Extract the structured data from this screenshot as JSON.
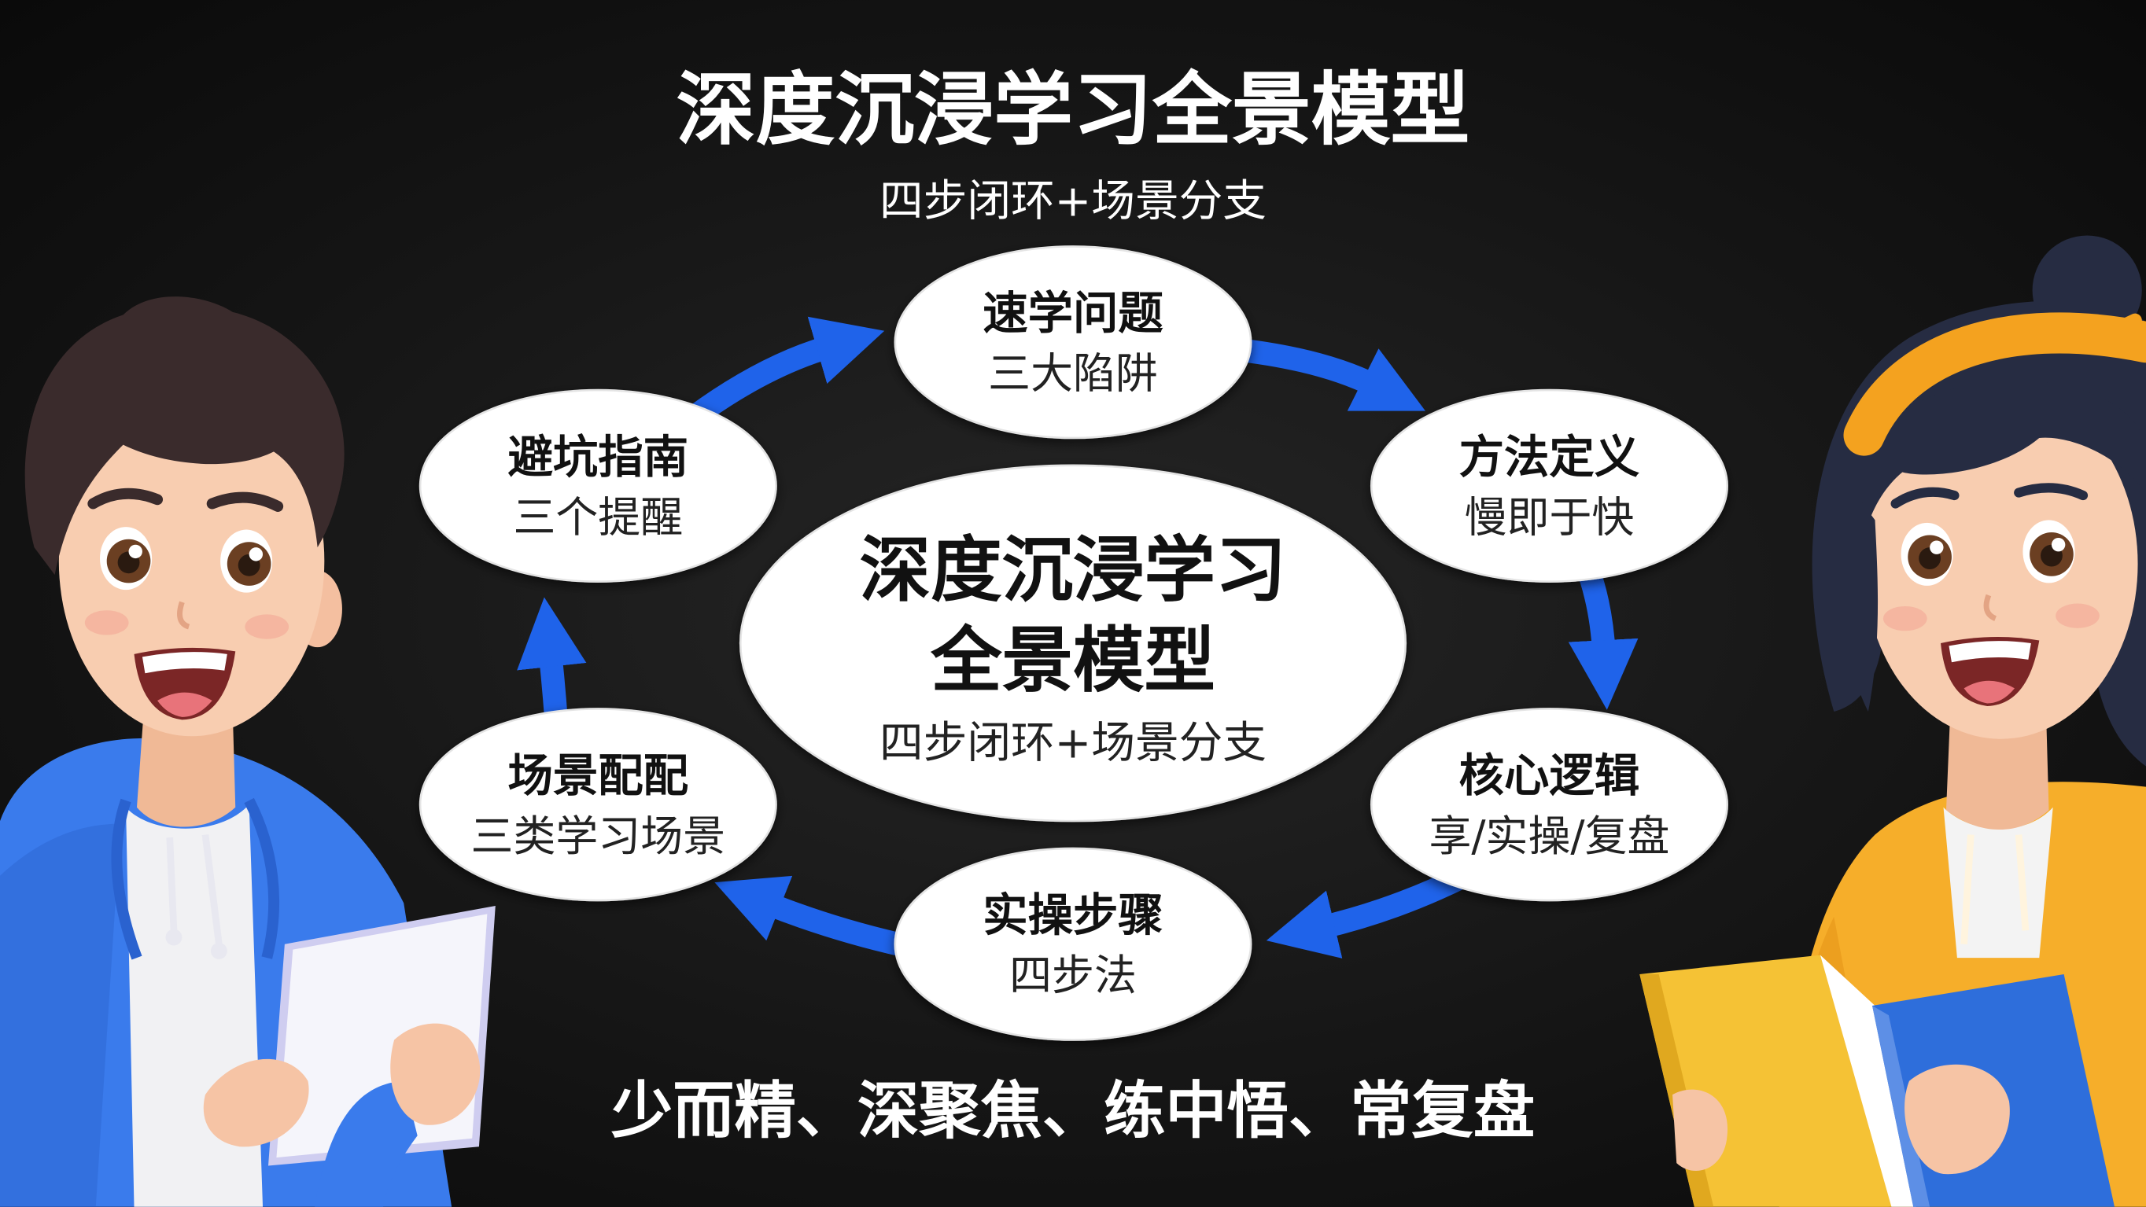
{
  "title": "深度沉浸学习全景模型",
  "subtitle": "四步闭环+场景分支",
  "center": {
    "line1": "深度沉浸学习",
    "line2": "全景模型",
    "subtitle": "四步闭环+场景分支"
  },
  "nodes": [
    {
      "title": "速学问题",
      "subtitle": "三大陷阱"
    },
    {
      "title": "方法定义",
      "subtitle": "慢即于快"
    },
    {
      "title": "核心逻辑",
      "subtitle": "享/实操/复盘"
    },
    {
      "title": "实操步骤",
      "subtitle": "四步法"
    },
    {
      "title": "场景配配",
      "subtitle": "三类学习场景"
    },
    {
      "title": "避坑指南",
      "subtitle": "三个提醒"
    }
  ],
  "tagline": "少而精、深聚焦、练中悟、常复盘",
  "colors": {
    "background": "#111111",
    "arrow": "#1f63ea",
    "node_fill": "#ffffff",
    "text_light": "#ffffff",
    "text_dark": "#111111",
    "boy_hoodie": "#3a7bec",
    "girl_hoodie": "#f6ae2a",
    "headband": "#f4a21f"
  }
}
